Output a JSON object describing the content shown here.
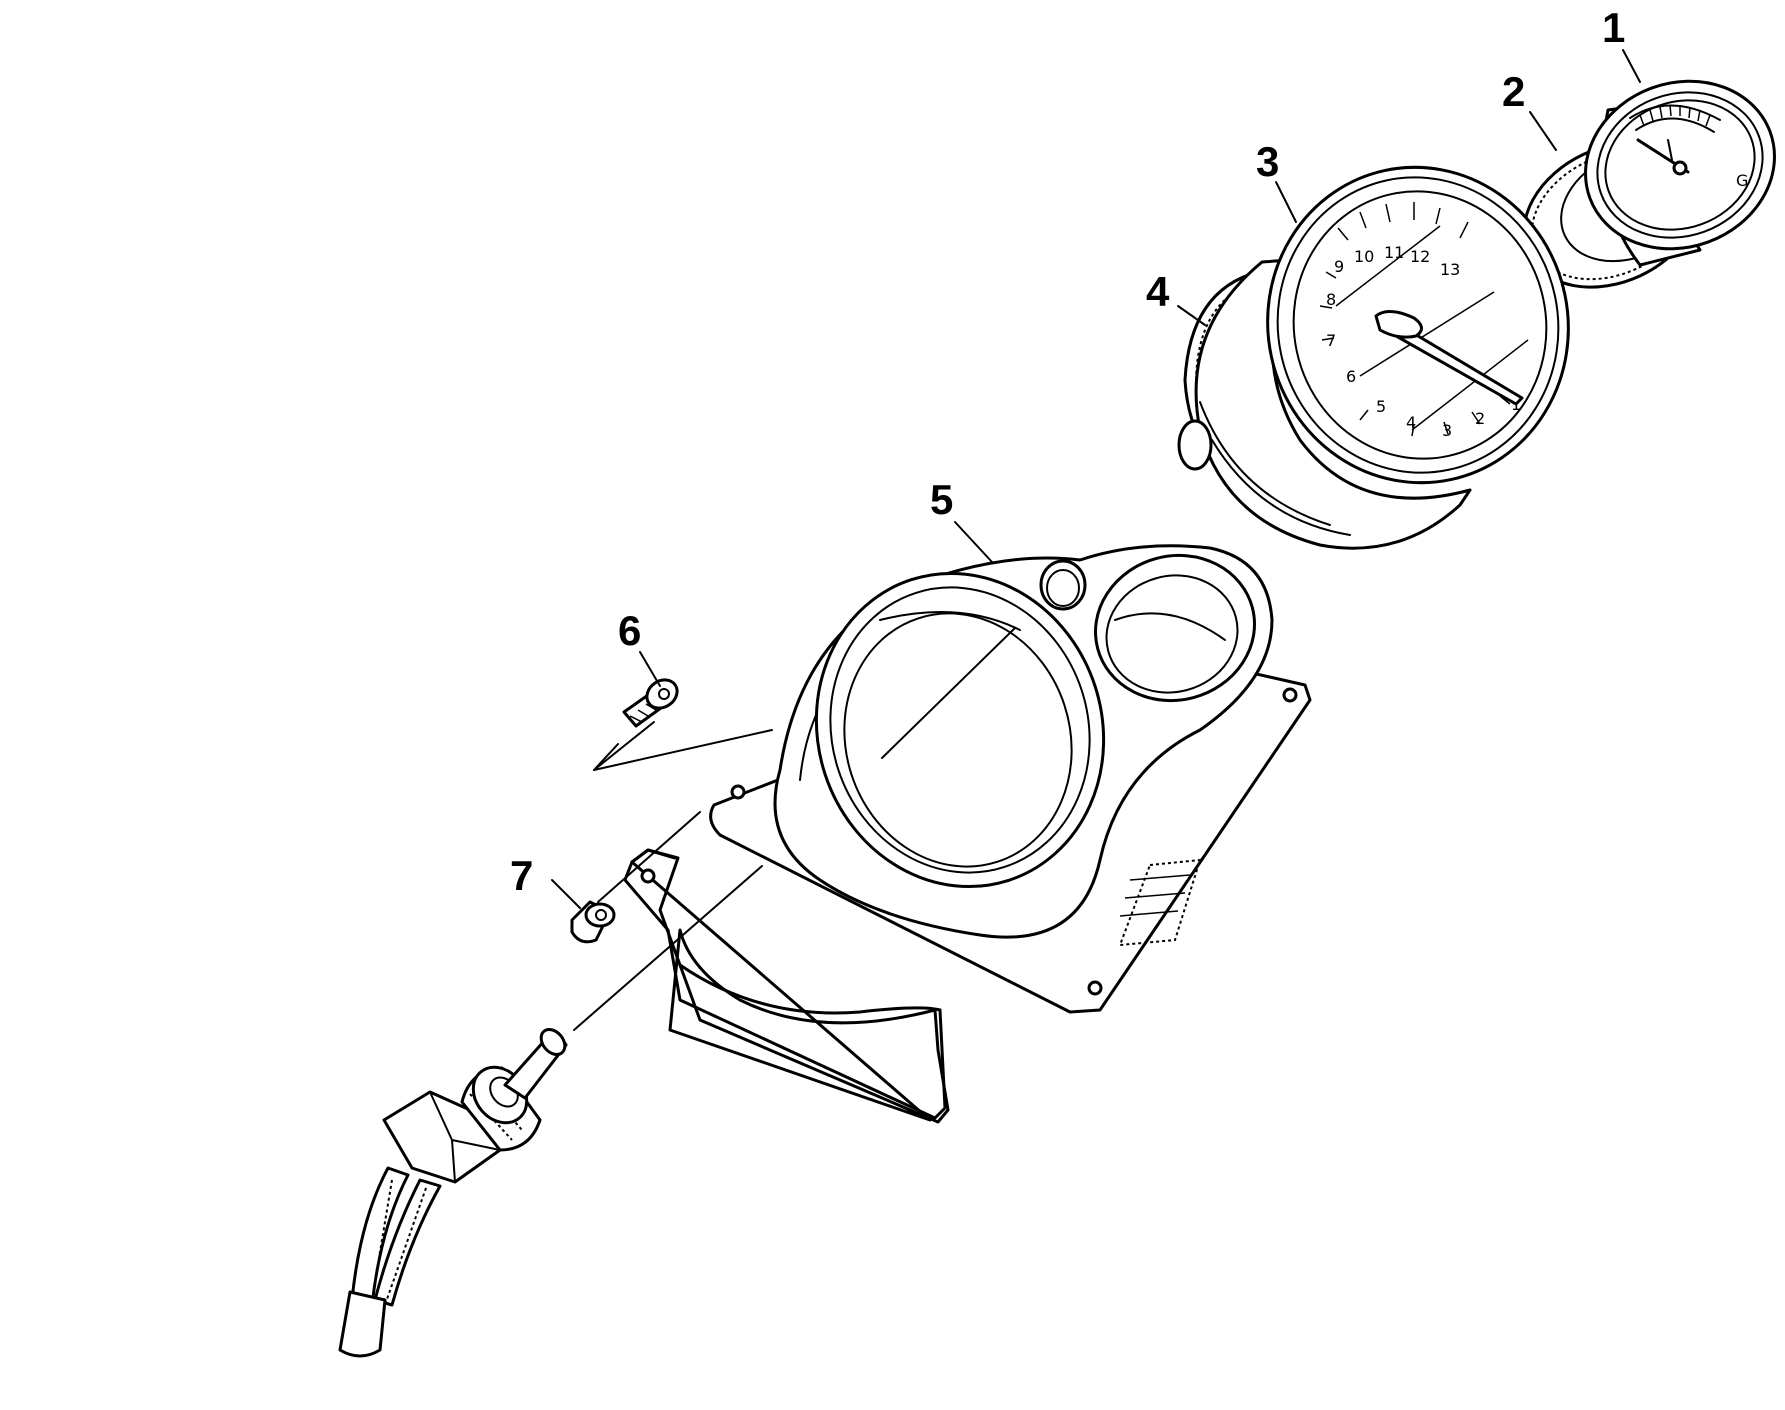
{
  "callouts": [
    {
      "id": "1",
      "label": "1",
      "part": "small-gauge"
    },
    {
      "id": "2",
      "label": "2",
      "part": "small-gauge-rubber-ring"
    },
    {
      "id": "3",
      "label": "3",
      "part": "tachometer"
    },
    {
      "id": "4",
      "label": "4",
      "part": "tachometer-rubber-ring"
    },
    {
      "id": "5",
      "label": "5",
      "part": "instrument-panel-housing"
    },
    {
      "id": "6",
      "label": "6",
      "part": "screw"
    },
    {
      "id": "7",
      "label": "7",
      "part": "grommet-nut"
    }
  ],
  "tachometer_dial": [
    "1",
    "2",
    "3",
    "4",
    "5",
    "6",
    "7",
    "8",
    "9",
    "10",
    "11",
    "12",
    "13"
  ],
  "small_gauge_mark": "G"
}
